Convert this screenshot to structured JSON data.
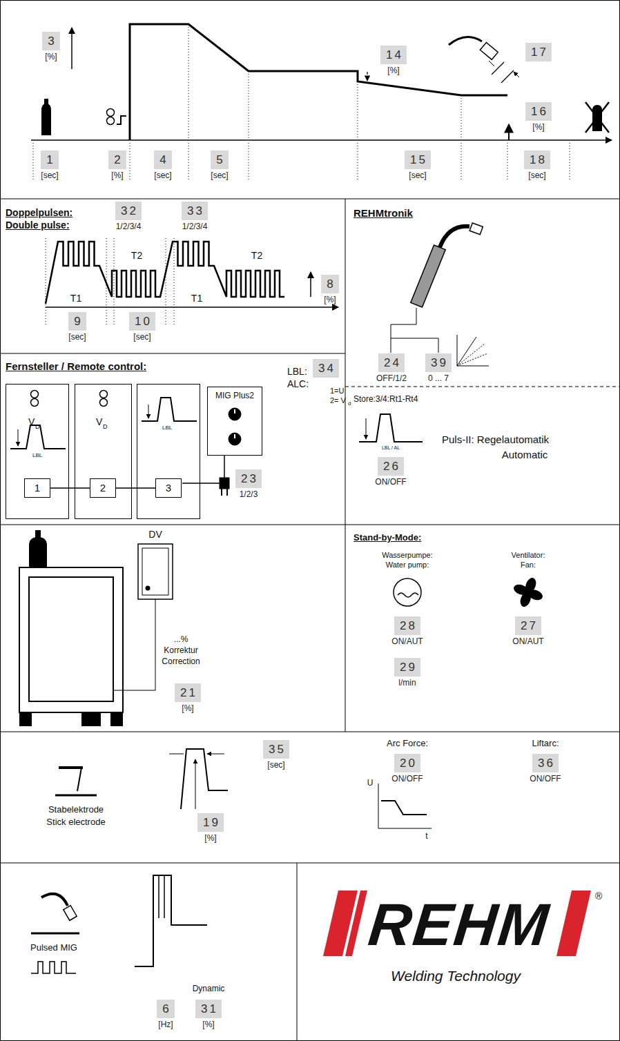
{
  "diagram": {
    "nodes": [
      {
        "text": [
          "3",
          "[%]"
        ]
      },
      {
        "text": [
          "14",
          "[%]"
        ]
      },
      {
        "text": [
          "17"
        ]
      },
      {
        "text": [
          "16",
          "[%]"
        ]
      },
      {
        "text": [
          "1",
          "[sec]"
        ]
      },
      {
        "text": [
          "2",
          "[%]"
        ]
      },
      {
        "text": [
          "4",
          "[sec]"
        ]
      },
      {
        "text": [
          "5",
          "[sec]"
        ]
      },
      {
        "text": [
          "15",
          "[sec]"
        ]
      },
      {
        "text": [
          "18",
          "[sec]"
        ]
      },
      {
        "text": [
          "32",
          "1/2/3/4"
        ]
      },
      {
        "text": [
          "33",
          "1/2/3/4"
        ]
      },
      {
        "text": [
          "8",
          "[%]"
        ]
      },
      {
        "text": [
          "9",
          "[sec]"
        ]
      },
      {
        "text": [
          "10",
          "[sec]"
        ]
      },
      {
        "text": [
          "24",
          "OFF/1/2"
        ]
      },
      {
        "text": [
          "39",
          "0 ... 7"
        ]
      },
      {
        "text": [
          "V",
          "D",
          "LBL"
        ]
      },
      {
        "text": [
          "1"
        ],
        "in": 17
      },
      {
        "text": [
          "V",
          "D"
        ]
      },
      {
        "text": [
          "2"
        ],
        "in": 19
      },
      {
        "text": [
          "LBL"
        ]
      },
      {
        "text": [
          "3"
        ],
        "in": 21
      },
      {
        "text": [
          "MIG Plus2"
        ]
      },
      {
        "text": [
          "23",
          "1/2/3"
        ]
      },
      {
        "text": [
          "34"
        ]
      },
      {
        "text": [
          "26",
          "ON/OFF"
        ]
      },
      {
        "text": [
          "DV"
        ]
      },
      {
        "text": [
          "21",
          "[%]"
        ]
      },
      {
        "text": [
          "28",
          "ON/AUT"
        ]
      },
      {
        "text": [
          "27",
          "ON/AUT"
        ]
      },
      {
        "text": [
          "29",
          "l/min"
        ]
      },
      {
        "text": [
          "35",
          "[sec]"
        ]
      },
      {
        "text": [
          "19",
          "[%]"
        ]
      },
      {
        "text": [
          "20",
          "ON/OFF"
        ]
      },
      {
        "text": [
          "36",
          "ON/OFF"
        ]
      },
      {
        "text": [
          "6",
          "[Hz]"
        ]
      },
      {
        "text": [
          "31",
          "[%]"
        ]
      }
    ],
    "edges": [
      {
        "from": 18,
        "to": 20,
        "arrow": "none"
      },
      {
        "from": 20,
        "to": 22,
        "arrow": "none"
      }
    ],
    "labels": [
      "Doppelpulsen:",
      "Double pulse:",
      "T2",
      "T2",
      "T1",
      "T1",
      "REHMtronik",
      "Fernsteller / Remote control:",
      "LBL:",
      "ALC:",
      "1=U",
      "2= V",
      "d",
      "Store:3/4:Rt1-Rt4",
      "LBL / AL",
      "Puls-II: Regelautomatik",
      "Automatic",
      "Stand-by-Mode:",
      "Wasserpumpe:",
      "Water pump:",
      "Ventilator:",
      "Fan:",
      "...%",
      "Korrektur",
      "Correction",
      "Stabelektrode",
      "Stick electrode",
      "Arc Force:",
      "U",
      "t",
      "Liftarc:",
      "Pulsed MIG",
      "Dynamic",
      "REHM",
      "®",
      "Welding Technology"
    ]
  }
}
